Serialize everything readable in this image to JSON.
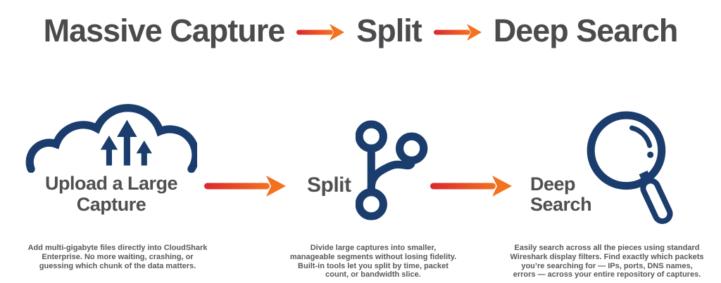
{
  "header": {
    "step1": "Massive Capture",
    "step2": "Split",
    "step3": "Deep Search"
  },
  "steps": [
    {
      "icon": "cloud-upload-icon",
      "title_lines": [
        "Upload a Large",
        "Capture"
      ],
      "description_lines": [
        "Add multi-gigabyte files directly into CloudShark",
        "Enterprise. No more waiting, crashing, or",
        "guessing which chunk of the data matters."
      ]
    },
    {
      "icon": "split-branch-icon",
      "title_lines": [
        "Split"
      ],
      "description_lines": [
        "Divide large captures into smaller,",
        "manageable segments without losing fidelity.",
        "Built-in tools let you split by time, packet",
        "count, or bandwidth slice."
      ]
    },
    {
      "icon": "search-magnifier-icon",
      "title_lines": [
        "Deep",
        "Search"
      ],
      "description_lines": [
        "Easily search across all the pieces using standard",
        "Wireshark display filters. Find exactly which packets",
        "you’re searching for — IPs, ports, DNS names,",
        "errors — across your entire repository of captures."
      ]
    }
  ],
  "colors": {
    "icon_navy": "#1B3D6D",
    "title_gray": "#4A4B4D",
    "label_gray": "#4F5052",
    "body_gray": "#58595B",
    "arrow_red": "#DB272E",
    "arrow_orange": "#F4711F"
  }
}
